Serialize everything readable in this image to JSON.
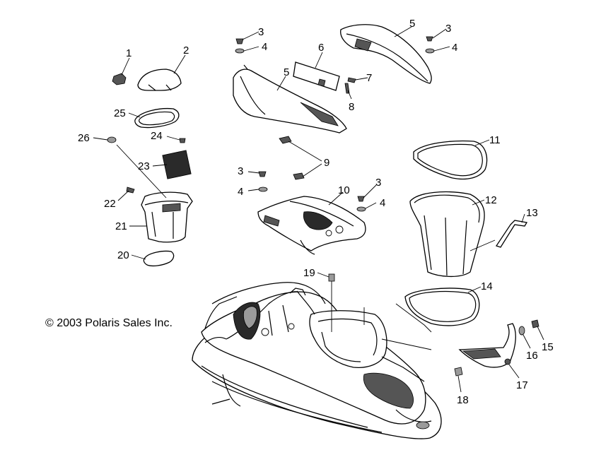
{
  "diagram": {
    "copyright": "© 2003 Polaris Sales Inc.",
    "callouts": [
      "1",
      "2",
      "3",
      "4",
      "5",
      "6",
      "7",
      "8",
      "9",
      "10",
      "11",
      "12",
      "13",
      "14",
      "15",
      "16",
      "17",
      "18",
      "19",
      "20",
      "21",
      "22",
      "23",
      "24",
      "25",
      "26"
    ]
  }
}
